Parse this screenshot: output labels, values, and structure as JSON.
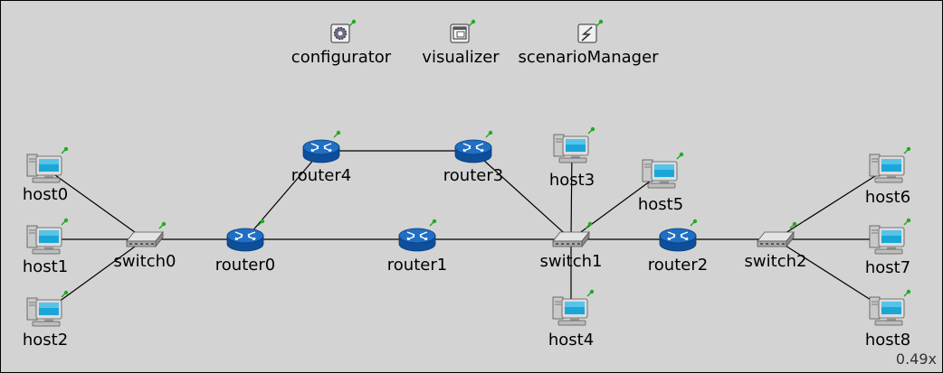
{
  "canvas": {
    "background": "#d3d3d3",
    "zoom_label": "0.49x"
  },
  "colors": {
    "link": "#000000",
    "router_blue": "#1f6fc5",
    "status_dot": "#22aa22"
  },
  "modules": [
    {
      "id": "configurator",
      "label": "configurator",
      "icon": "configurator-icon"
    },
    {
      "id": "visualizer",
      "label": "visualizer",
      "icon": "visualizer-icon"
    },
    {
      "id": "scenarioManager",
      "label": "scenarioManager",
      "icon": "scenario-manager-icon"
    }
  ],
  "nodes": [
    {
      "id": "host0",
      "label": "host0",
      "type": "host"
    },
    {
      "id": "host1",
      "label": "host1",
      "type": "host"
    },
    {
      "id": "host2",
      "label": "host2",
      "type": "host"
    },
    {
      "id": "switch0",
      "label": "switch0",
      "type": "switch"
    },
    {
      "id": "router0",
      "label": "router0",
      "type": "router"
    },
    {
      "id": "router4",
      "label": "router4",
      "type": "router"
    },
    {
      "id": "router3",
      "label": "router3",
      "type": "router"
    },
    {
      "id": "router1",
      "label": "router1",
      "type": "router"
    },
    {
      "id": "host3",
      "label": "host3",
      "type": "host"
    },
    {
      "id": "host5",
      "label": "host5",
      "type": "host"
    },
    {
      "id": "switch1",
      "label": "switch1",
      "type": "switch"
    },
    {
      "id": "host4",
      "label": "host4",
      "type": "host"
    },
    {
      "id": "router2",
      "label": "router2",
      "type": "router"
    },
    {
      "id": "switch2",
      "label": "switch2",
      "type": "switch"
    },
    {
      "id": "host6",
      "label": "host6",
      "type": "host"
    },
    {
      "id": "host7",
      "label": "host7",
      "type": "host"
    },
    {
      "id": "host8",
      "label": "host8",
      "type": "host"
    }
  ],
  "links": [
    [
      "host0",
      "switch0"
    ],
    [
      "host1",
      "switch0"
    ],
    [
      "host2",
      "switch0"
    ],
    [
      "switch0",
      "router0"
    ],
    [
      "router0",
      "router4"
    ],
    [
      "router4",
      "router3"
    ],
    [
      "router0",
      "router1"
    ],
    [
      "router1",
      "switch1"
    ],
    [
      "router3",
      "switch1"
    ],
    [
      "host3",
      "switch1"
    ],
    [
      "host5",
      "switch1"
    ],
    [
      "host4",
      "switch1"
    ],
    [
      "switch1",
      "router2"
    ],
    [
      "router2",
      "switch2"
    ],
    [
      "switch2",
      "host6"
    ],
    [
      "switch2",
      "host7"
    ],
    [
      "switch2",
      "host8"
    ]
  ]
}
